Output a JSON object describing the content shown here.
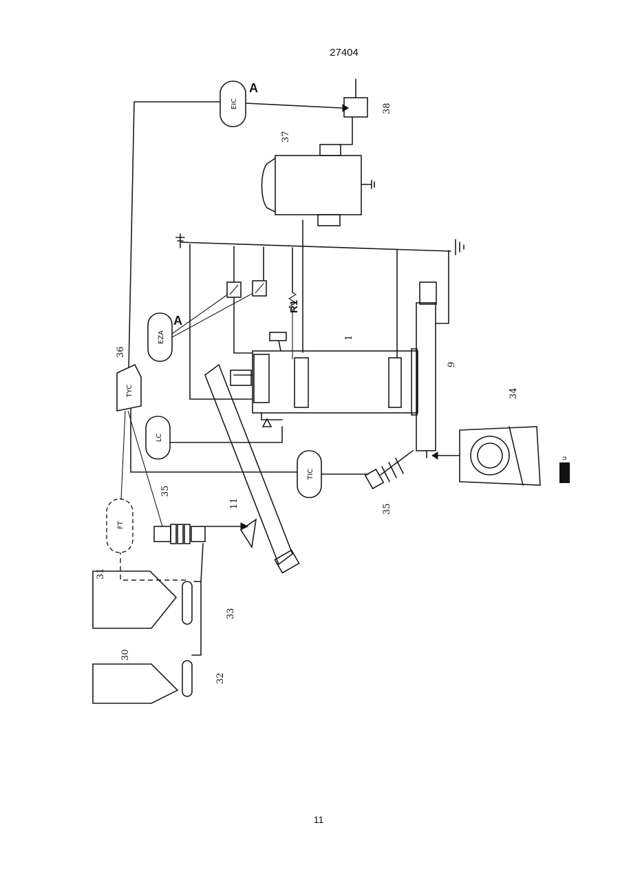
{
  "document": {
    "page_number_top": "27404",
    "page_number_bottom": "11"
  },
  "figure": {
    "components": {
      "c1": "1",
      "c9": "9",
      "c11": "11",
      "c30": "30",
      "c31": "31",
      "c32": "32",
      "c33": "33",
      "c34": "34",
      "c35a": "35",
      "c35b": "35",
      "c36": "36",
      "c37": "37",
      "c38": "38"
    },
    "controllers": {
      "eic": "EIC",
      "eza": "EZA",
      "lc": "LC",
      "tic": "TIC",
      "ft": "FT",
      "tyc": "TYC"
    },
    "marks": {
      "arrow_a1": "A",
      "arrow_a2": "A",
      "resistor": "R1",
      "side_mark": "u"
    }
  }
}
